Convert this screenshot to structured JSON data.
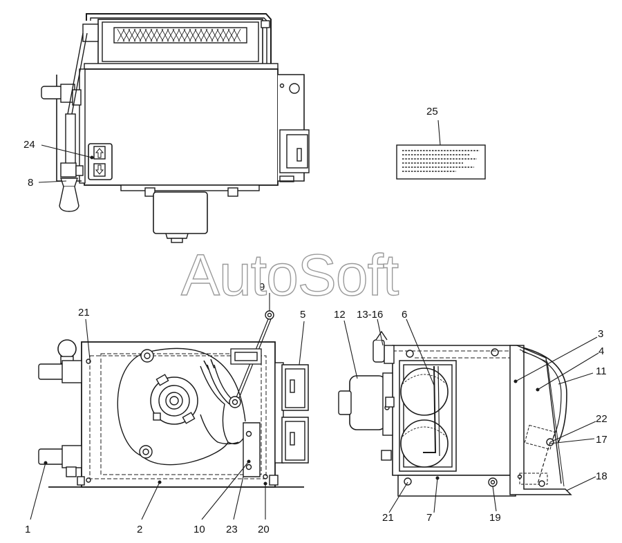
{
  "watermark": "AutoSoft",
  "callouts": {
    "c1": "1",
    "c2": "2",
    "c3": "3",
    "c4": "4",
    "c5": "5",
    "c6": "6",
    "c7": "7",
    "c8": "8",
    "c9": "9",
    "c10": "10",
    "c11": "11",
    "c12": "12",
    "c13_16": "13-16",
    "c17": "17",
    "c18": "18",
    "c19": "19",
    "c20": "20",
    "c21_top": "21",
    "c21_bottom": "21",
    "c22": "22",
    "c23": "23",
    "c24": "24",
    "c25": "25"
  },
  "colors": {
    "line": "#1a1a1a",
    "fill": "#ffffff",
    "dark": "#000000",
    "watermark_stroke": "#9a9a9a"
  }
}
